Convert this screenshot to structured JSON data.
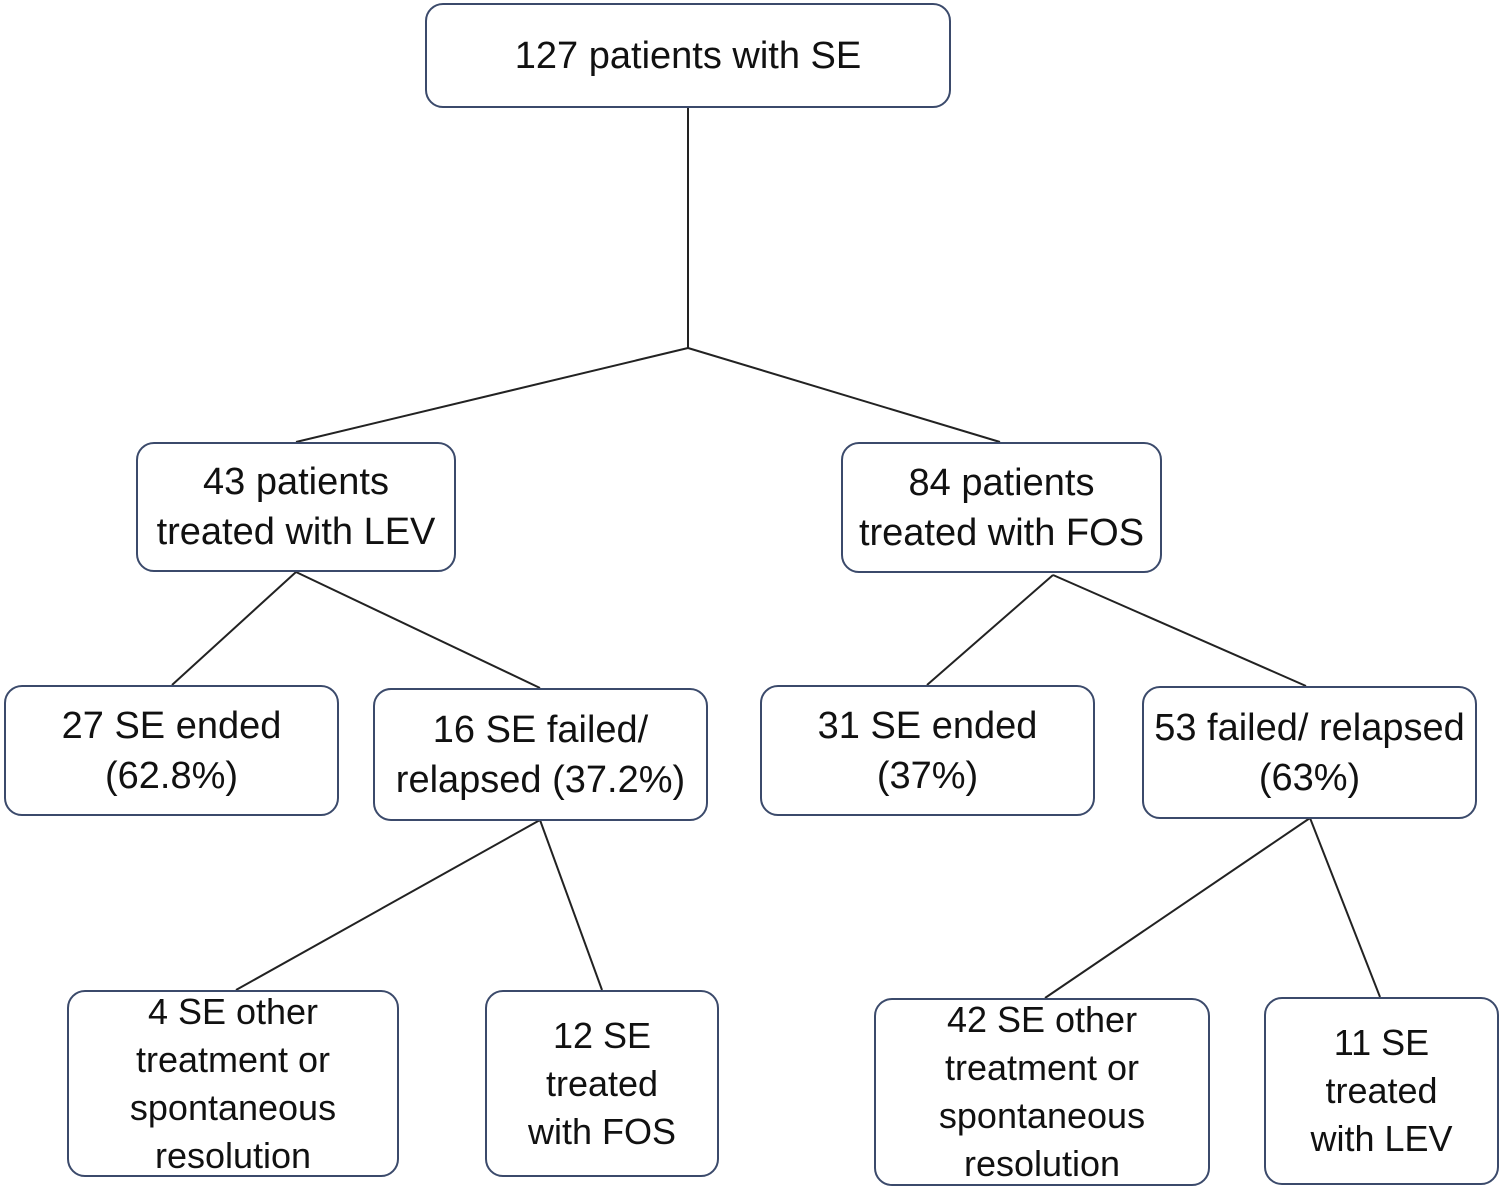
{
  "nodes": {
    "root": "127 patients with  SE",
    "lev": "43 patients\ntreated with LEV",
    "fos": "84 patients\ntreated with FOS",
    "lev_ended": "27 SE ended\n(62.8%)",
    "lev_failed": "16 SE failed/\nrelapsed (37.2%)",
    "fos_ended": "31 SE ended (37%)",
    "fos_failed": "53 failed/ relapsed\n(63%)",
    "lev_other": "4  SE other\ntreatment or\nspontaneous\nresolution",
    "lev_to_fos": "12 SE\ntreated\nwith FOS",
    "fos_other": "42 SE other\ntreatment or\nspontaneous\nresolution",
    "fos_to_lev": "11 SE\ntreated\nwith LEV"
  },
  "colors": {
    "border": "#3b4a6b",
    "line": "#222222",
    "text": "#111111"
  }
}
